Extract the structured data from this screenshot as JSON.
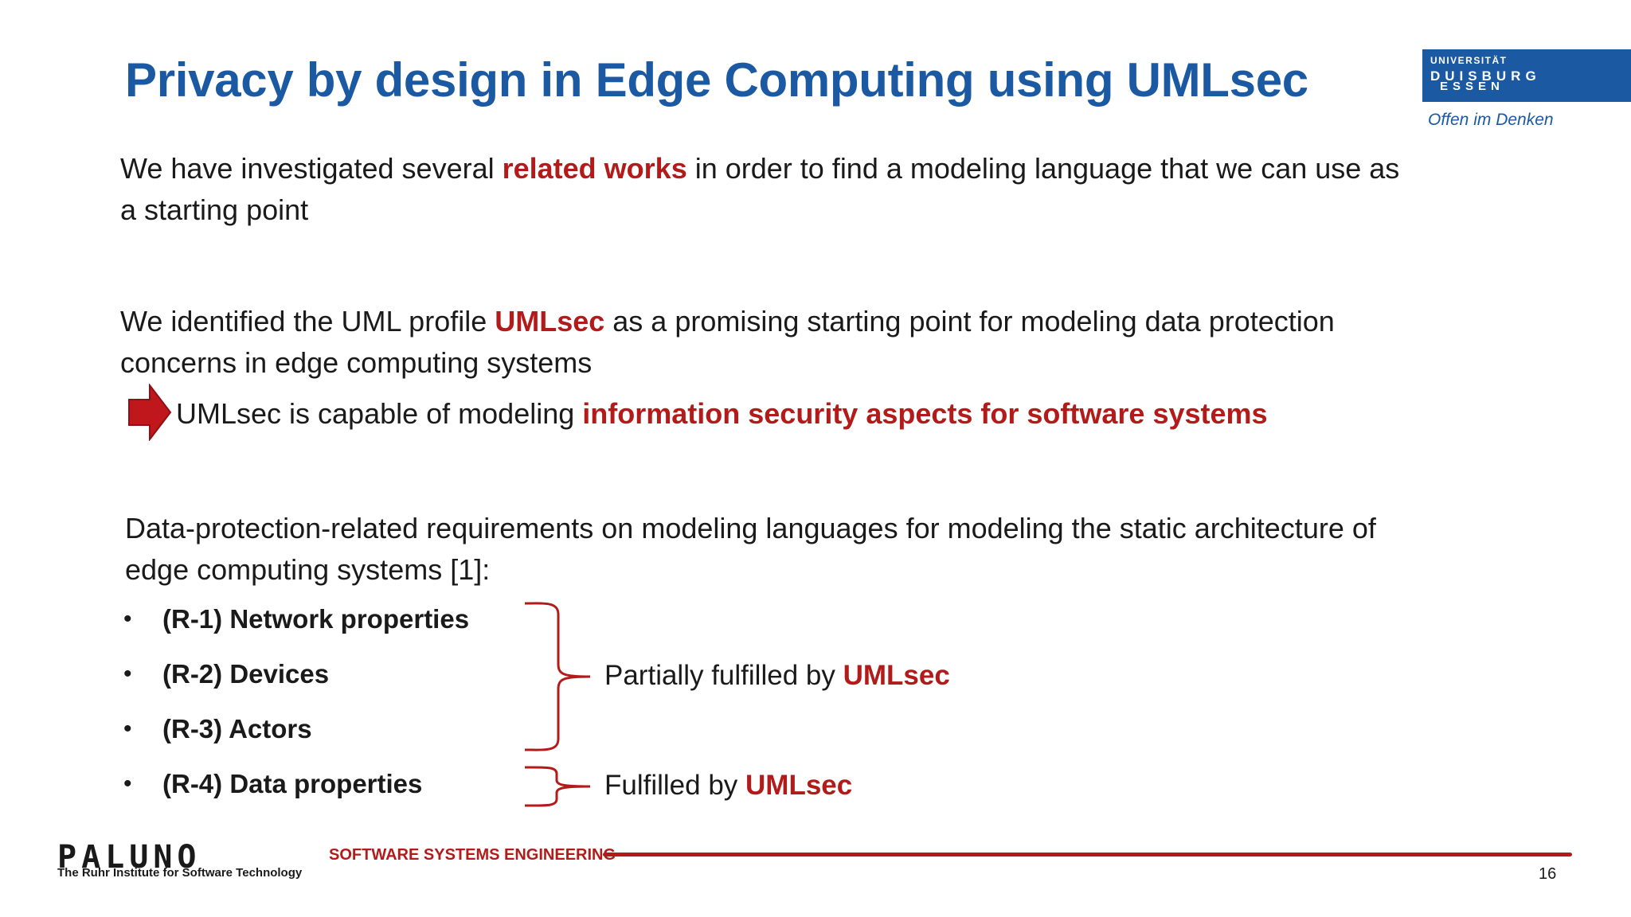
{
  "slide": {
    "title": "Privacy by design in Edge Computing using UMLsec",
    "page_number": "16"
  },
  "logo_ude": {
    "line1": "UNIVERSITÄT",
    "line2": "DUISBURG",
    "line3": "ESSEN",
    "slogan": "Offen im Denken"
  },
  "para1": {
    "pre": "We have investigated several ",
    "highlight": "related works",
    "post": " in order to find a modeling language that we can use as",
    "line2": "a starting point"
  },
  "para2": {
    "pre": "We identified the UML profile ",
    "highlight": "UMLsec",
    "post": " as a promising starting point for modeling data protection",
    "line2": "concerns in edge computing systems"
  },
  "arrow_point": {
    "pre": "UMLsec is capable of modeling ",
    "highlight": "information security aspects for software systems"
  },
  "para3": {
    "line1": "Data-protection-related requirements on modeling languages for modeling the static architecture of",
    "line2": "edge computing systems [1]:"
  },
  "requirements": [
    {
      "bullet": "•",
      "label": "(R-1) Network properties"
    },
    {
      "bullet": "•",
      "label": "(R-2) Devices"
    },
    {
      "bullet": "•",
      "label": "(R-3) Actors"
    },
    {
      "bullet": "•",
      "label": "(R-4) Data properties"
    }
  ],
  "fulfillment": {
    "partial_pre": "Partially fulfilled by ",
    "partial_highlight": "UMLsec",
    "full_pre": "Fulfilled by ",
    "full_highlight": "UMLsec"
  },
  "footer": {
    "paluno_logo": "PALUNO",
    "paluno_sub": "The Ruhr Institute for Software Technology",
    "group": "SOFTWARE SYSTEMS ENGINEERING"
  },
  "colors": {
    "title_blue": "#1b5aa3",
    "accent_red": "#b31b1b",
    "text": "#1a1a1a"
  }
}
